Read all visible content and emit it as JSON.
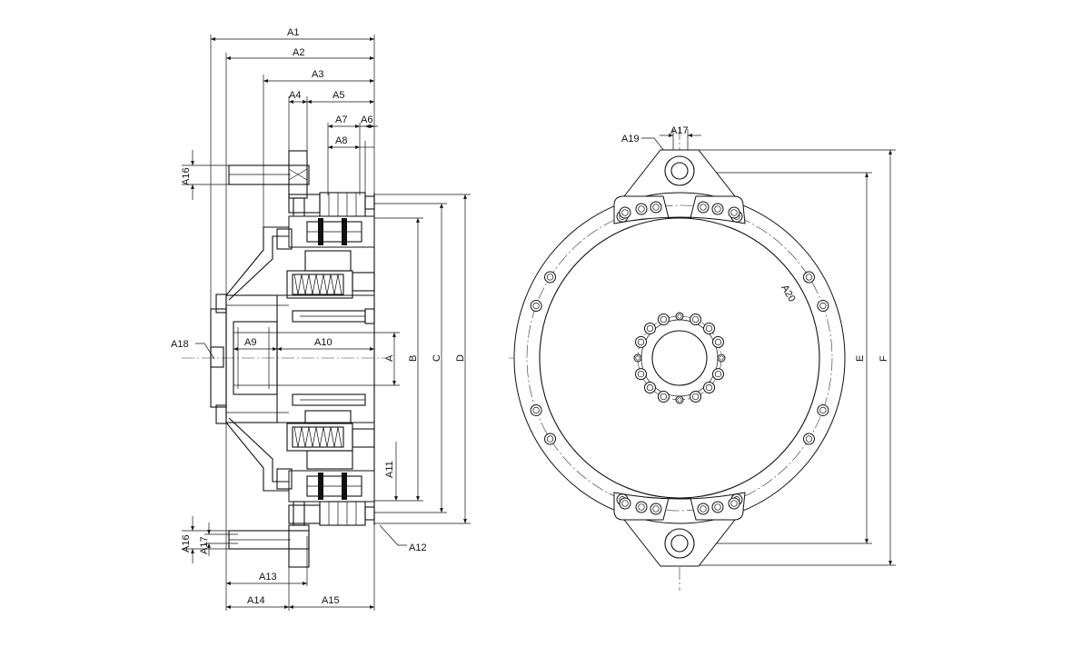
{
  "drawing": {
    "side_view_labels": {
      "a1": "A1",
      "a2": "A2",
      "a3": "A3",
      "a4": "A4",
      "a5": "A5",
      "a6": "A6",
      "a7": "A7",
      "a8": "A8",
      "a9": "A9",
      "a10": "A10",
      "a11": "A11",
      "a12": "A12",
      "a13": "A13",
      "a14": "A14",
      "a15": "A15",
      "a16_top": "A16",
      "a16_bottom": "A16",
      "a17_side": "A17",
      "a18": "A18",
      "a": "A",
      "b": "B",
      "c": "C",
      "d": "D"
    },
    "front_view_labels": {
      "a17": "A17",
      "a19": "A19",
      "a20": "A20",
      "e": "E",
      "f": "F"
    },
    "colors": {
      "line": "#111111",
      "background": "#ffffff"
    }
  }
}
